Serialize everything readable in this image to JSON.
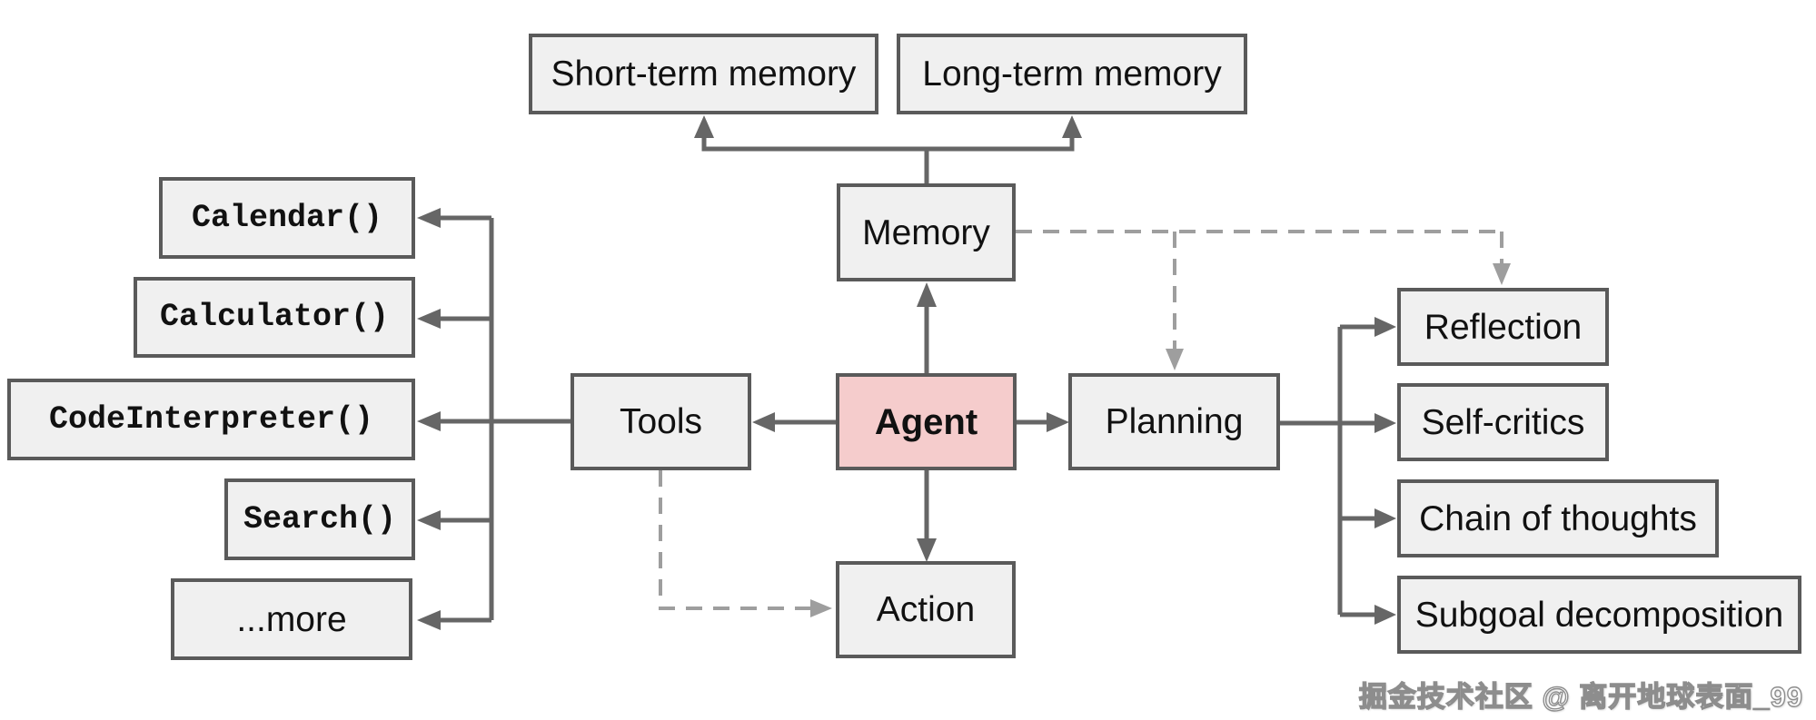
{
  "diagram": {
    "nodes": {
      "short_term_memory": {
        "label": "Short-term memory"
      },
      "long_term_memory": {
        "label": "Long-term memory"
      },
      "memory": {
        "label": "Memory"
      },
      "tools": {
        "label": "Tools"
      },
      "agent": {
        "label": "Agent"
      },
      "planning": {
        "label": "Planning"
      },
      "action": {
        "label": "Action"
      },
      "calendar": {
        "label": "Calendar()"
      },
      "calculator": {
        "label": "Calculator()"
      },
      "code_interpreter": {
        "label": "CodeInterpreter()"
      },
      "search": {
        "label": "Search()"
      },
      "more": {
        "label": "...more"
      },
      "reflection": {
        "label": "Reflection"
      },
      "self_critics": {
        "label": "Self-critics"
      },
      "chain_of_thoughts": {
        "label": "Chain of thoughts"
      },
      "subgoal_decomposition": {
        "label": "Subgoal decomposition"
      }
    },
    "edges": [
      {
        "from": "memory",
        "to": "short_term_memory",
        "style": "solid"
      },
      {
        "from": "memory",
        "to": "long_term_memory",
        "style": "solid"
      },
      {
        "from": "agent",
        "to": "memory",
        "style": "solid"
      },
      {
        "from": "agent",
        "to": "tools",
        "style": "solid"
      },
      {
        "from": "agent",
        "to": "planning",
        "style": "solid"
      },
      {
        "from": "agent",
        "to": "action",
        "style": "solid"
      },
      {
        "from": "tools",
        "to": "calendar",
        "style": "solid"
      },
      {
        "from": "tools",
        "to": "calculator",
        "style": "solid"
      },
      {
        "from": "tools",
        "to": "code_interpreter",
        "style": "solid"
      },
      {
        "from": "tools",
        "to": "search",
        "style": "solid"
      },
      {
        "from": "tools",
        "to": "more",
        "style": "solid"
      },
      {
        "from": "planning",
        "to": "reflection",
        "style": "solid"
      },
      {
        "from": "planning",
        "to": "self_critics",
        "style": "solid"
      },
      {
        "from": "planning",
        "to": "chain_of_thoughts",
        "style": "solid"
      },
      {
        "from": "planning",
        "to": "subgoal_decomposition",
        "style": "solid"
      },
      {
        "from": "memory",
        "to": "planning",
        "style": "dashed"
      },
      {
        "from": "memory",
        "to": "reflection",
        "style": "dashed"
      },
      {
        "from": "tools",
        "to": "action",
        "style": "dashed"
      }
    ],
    "colors": {
      "node_fill": "#f0f0f0",
      "node_border": "#5a5a5a",
      "agent_fill": "#f5cccc",
      "solid_edge": "#666666",
      "dashed_edge": "#9e9e9e",
      "text": "#111111"
    },
    "watermark": "掘金技术社区 @ 离开地球表面_99"
  }
}
